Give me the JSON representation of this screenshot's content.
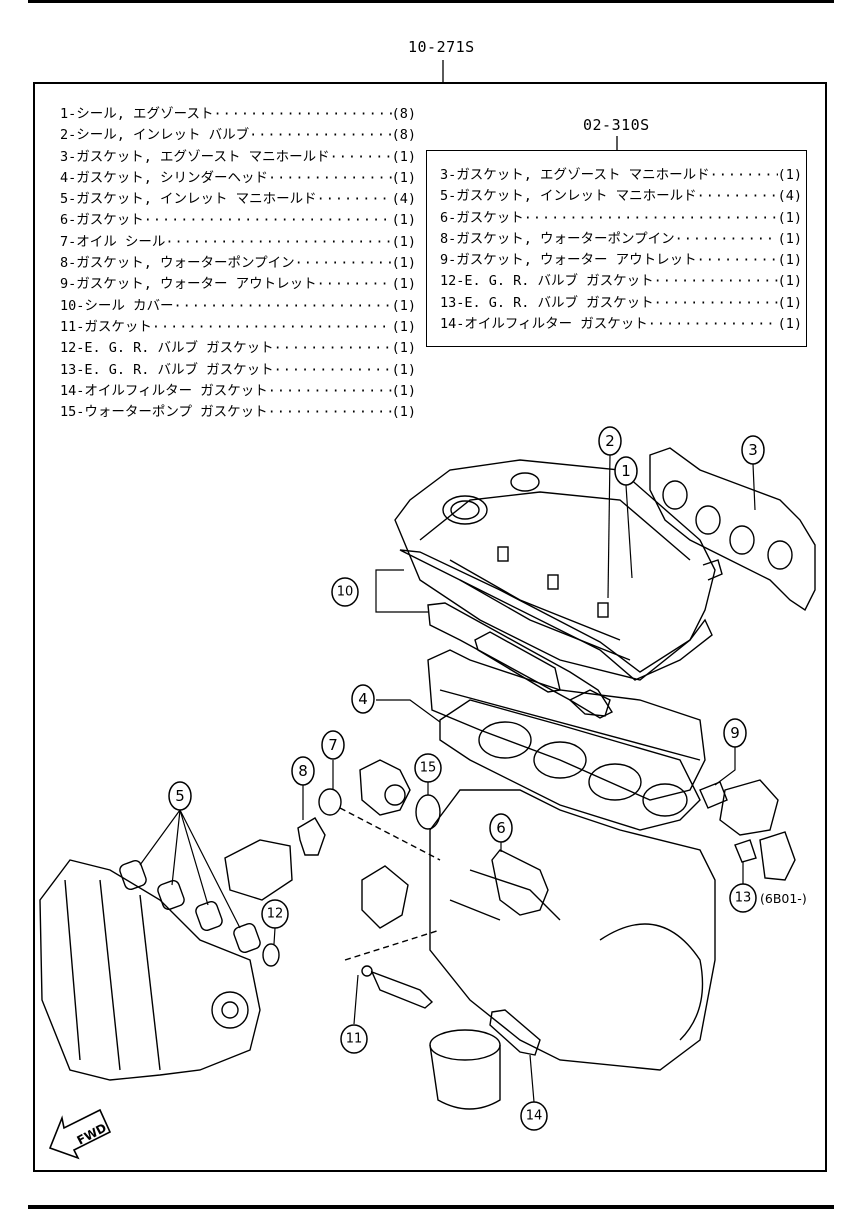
{
  "header": {
    "main_code": "10-271S"
  },
  "main_list": [
    {
      "text": "1-シール, エグゾースト",
      "qty": "(8)"
    },
    {
      "text": "2-シール, インレット バルブ",
      "qty": "(8)"
    },
    {
      "text": "3-ガスケット, エグゾースト マニホールド",
      "qty": "(1)"
    },
    {
      "text": "4-ガスケット, シリンダーヘッド",
      "qty": "(1)"
    },
    {
      "text": "5-ガスケット, インレット マニホールド",
      "qty": "(4)"
    },
    {
      "text": "6-ガスケット",
      "qty": "(1)"
    },
    {
      "text": "7-オイル シール",
      "qty": "(1)"
    },
    {
      "text": "8-ガスケット, ウォーターポンプイン",
      "qty": "(1)"
    },
    {
      "text": "9-ガスケット, ウォーター アウトレット",
      "qty": "(1)"
    },
    {
      "text": "10-シール カバー",
      "qty": "(1)"
    },
    {
      "text": "11-ガスケット",
      "qty": "(1)"
    },
    {
      "text": "12-E. G. R. バルブ ガスケット",
      "qty": "(1)"
    },
    {
      "text": "13-E. G. R. バルブ ガスケット",
      "qty": "(1)"
    },
    {
      "text": "14-オイルフィルター ガスケット",
      "qty": "(1)"
    },
    {
      "text": "15-ウォーターポンプ ガスケット",
      "qty": "(1)"
    }
  ],
  "sub_kit": {
    "code": "02-310S",
    "items": [
      {
        "text": "3-ガスケット, エグゾースト マニホールド",
        "qty": "(1)"
      },
      {
        "text": "5-ガスケット, インレット マニホールド",
        "qty": "(4)"
      },
      {
        "text": "6-ガスケット",
        "qty": "(1)"
      },
      {
        "text": "8-ガスケット, ウォーターポンプイン",
        "qty": "(1)"
      },
      {
        "text": "9-ガスケット, ウォーター アウトレット",
        "qty": "(1)"
      },
      {
        "text": "12-E. G. R. バルブ ガスケット",
        "qty": "(1)"
      },
      {
        "text": "13-E. G. R. バルブ ガスケット",
        "qty": "(1)"
      },
      {
        "text": "14-オイルフィルター ガスケット",
        "qty": "(1)"
      }
    ]
  },
  "callouts": {
    "c1": "1",
    "c2": "2",
    "c3": "3",
    "c4": "4",
    "c5": "5",
    "c6": "6",
    "c7": "7",
    "c8": "8",
    "c9": "9",
    "c10": "10",
    "c11": "11",
    "c12": "12",
    "c13": "13",
    "c14": "14",
    "c15": "15"
  },
  "note_13": "(6B01-)",
  "fwd_label": "FWD"
}
